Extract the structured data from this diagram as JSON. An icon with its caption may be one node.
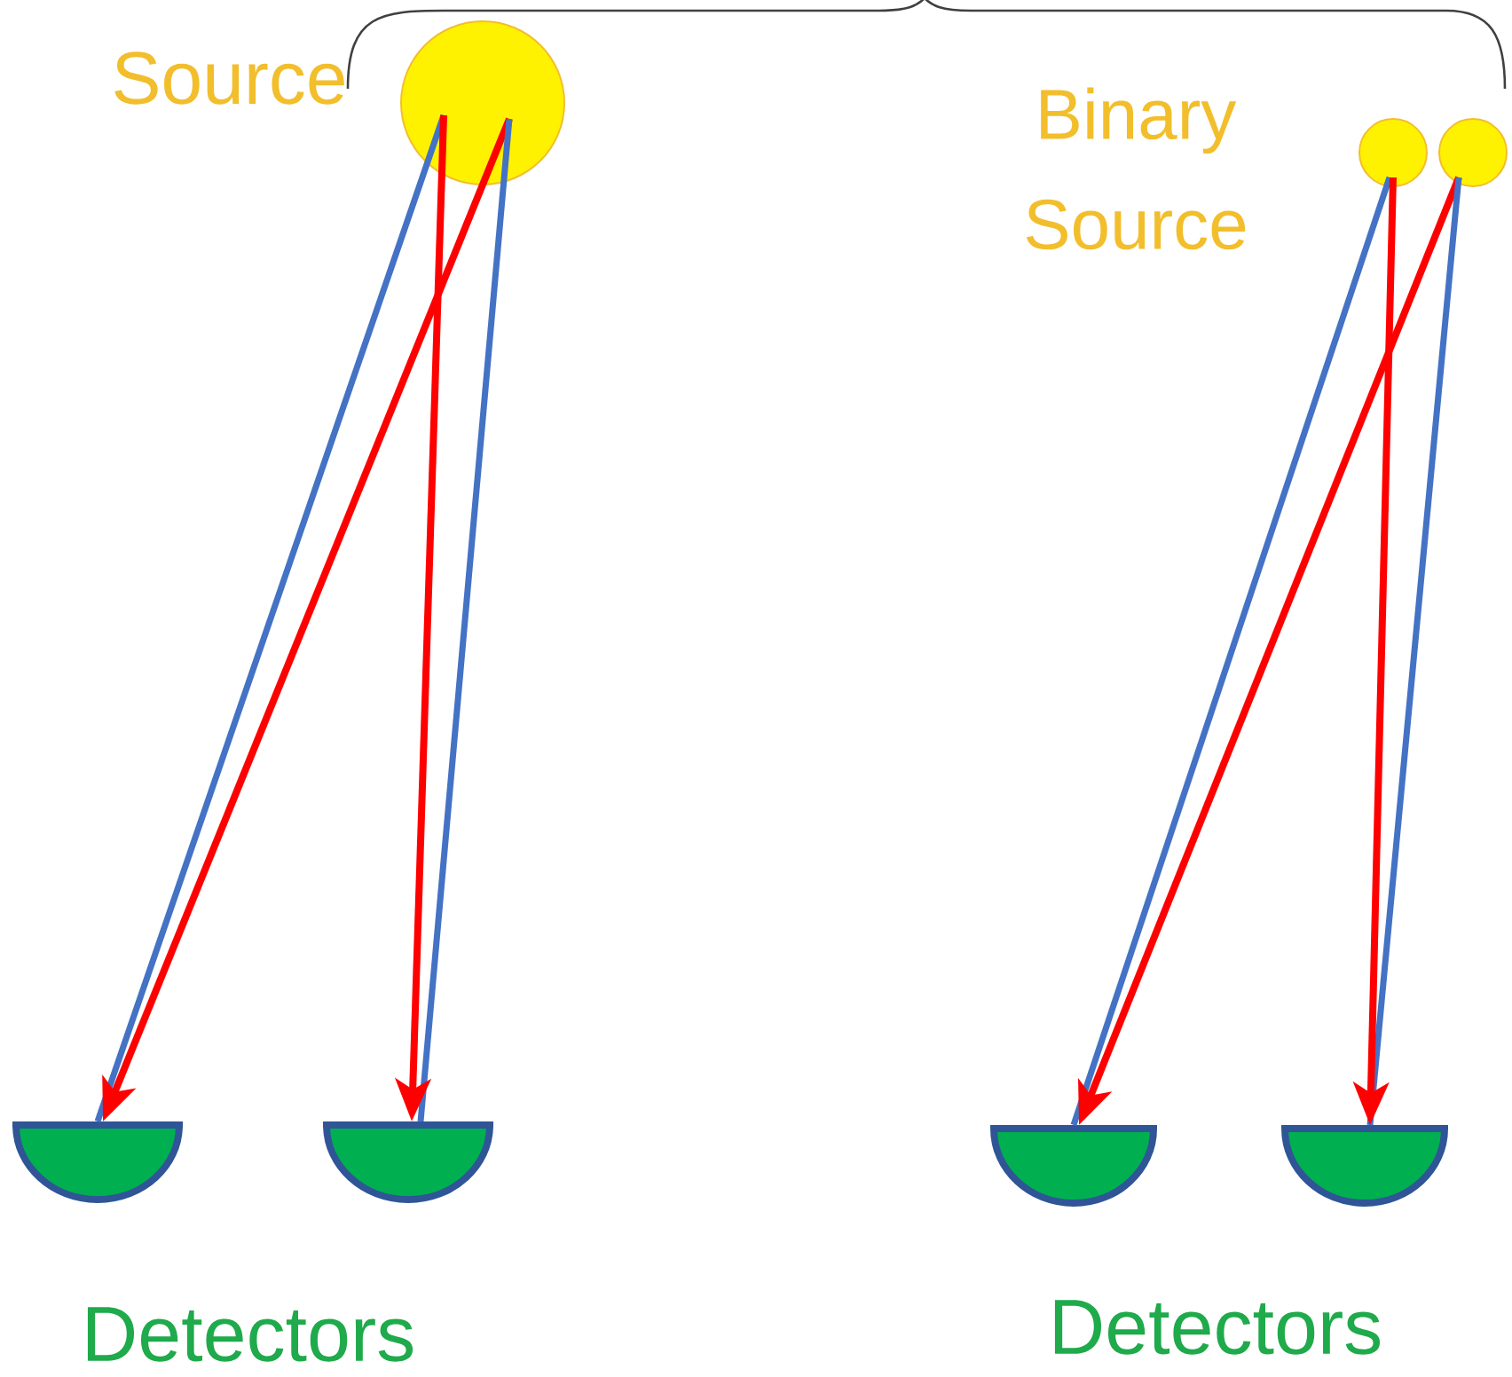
{
  "diagram": {
    "nodes": [
      {
        "text": [],
        "shape": "circle",
        "beside": [
          "Source"
        ]
      },
      {
        "text": [],
        "shape": "bowl"
      },
      {
        "text": [],
        "shape": "bowl"
      },
      {
        "text": [],
        "shape": "circle"
      },
      {
        "text": [],
        "shape": "circle"
      },
      {
        "text": [],
        "shape": "bowl"
      },
      {
        "text": [],
        "shape": "bowl"
      }
    ],
    "edges": [
      {
        "from": 0,
        "to": 1,
        "arrow": "none",
        "color": "#4472c4"
      },
      {
        "from": 0,
        "to": 1,
        "arrow": "to",
        "color": "#ff0000"
      },
      {
        "from": 0,
        "to": 2,
        "arrow": "none",
        "color": "#4472c4"
      },
      {
        "from": 0,
        "to": 2,
        "arrow": "to",
        "color": "#ff0000"
      },
      {
        "from": 3,
        "to": 5,
        "arrow": "none",
        "color": "#4472c4"
      },
      {
        "from": 4,
        "to": 5,
        "arrow": "to",
        "color": "#ff0000"
      },
      {
        "from": 4,
        "to": 6,
        "arrow": "none",
        "color": "#4472c4"
      },
      {
        "from": 3,
        "to": 6,
        "arrow": "to",
        "color": "#ff0000"
      }
    ],
    "labels": [
      "Binary Source",
      "Detectors",
      "Detectors"
    ]
  }
}
